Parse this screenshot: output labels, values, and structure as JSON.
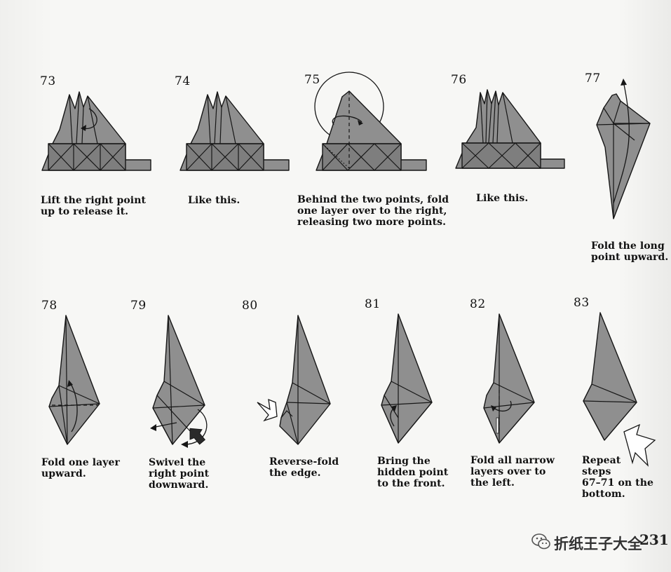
{
  "steps": [
    {
      "num": "73",
      "caption": "Lift the right point\nup to release it."
    },
    {
      "num": "74",
      "caption": "Like this."
    },
    {
      "num": "75",
      "caption": "Behind the two points, fold\none layer over to the right,\nreleasing two more points."
    },
    {
      "num": "76",
      "caption": "Like this."
    },
    {
      "num": "77",
      "caption": "Fold the long\npoint upward."
    },
    {
      "num": "78",
      "caption": "Fold one layer\nupward."
    },
    {
      "num": "79",
      "caption": "Swivel the\nright point\ndownward."
    },
    {
      "num": "80",
      "caption": "Reverse-fold\nthe edge."
    },
    {
      "num": "81",
      "caption": "Bring the\nhidden point\nto the front."
    },
    {
      "num": "82",
      "caption": "Fold all narrow\nlayers over to\nthe left."
    },
    {
      "num": "83",
      "caption": "Repeat\nsteps\n67–71 on the\nbottom."
    }
  ],
  "footer": {
    "watermark_text": "折纸王子大全",
    "watermark_icon": "wechat-icon",
    "page_number": "231"
  },
  "colors": {
    "paper": "#8f8f8f",
    "line": "#161616",
    "background": "#f7f7f5"
  }
}
